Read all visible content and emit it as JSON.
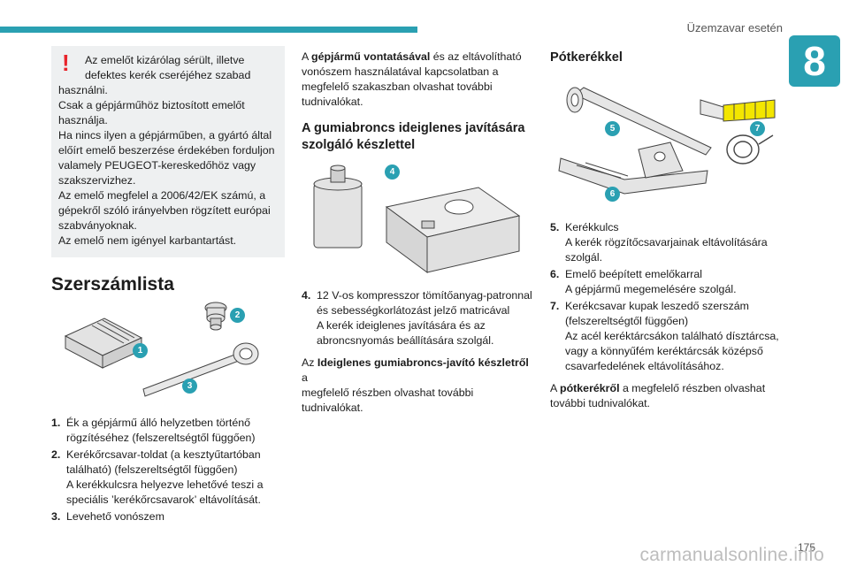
{
  "header": {
    "chapter_title": "Üzemzavar esetén",
    "chapter_number": "8"
  },
  "warning": {
    "icon": "exclamation-icon",
    "lines": [
      "Az emelőt kizárólag sérült, illetve",
      "defektes kerék cseréjéhez szabad",
      "használni.",
      "Csak a gépjárműhöz biztosított emelőt",
      "használja.",
      "Ha nincs ilyen a gépjárműben, a gyártó által",
      "előírt emelő beszerzése érdekében forduljon",
      "valamely PEUGEOT-kereskedőhöz vagy",
      "szakszervizhez.",
      "Az emelő megfelel a 2006/42/EK számú, a",
      "gépekről szóló irányelvben rögzített európai",
      "szabványoknak.",
      "Az emelő nem igényel karbantartást."
    ]
  },
  "toolkit": {
    "heading": "Szerszámlista",
    "badges": [
      "1",
      "2",
      "3"
    ],
    "items": [
      {
        "num": "1.",
        "lines": [
          "Ék a gépjármű álló helyzetben történő",
          "rögzítéséhez (felszereltségtől függően)"
        ]
      },
      {
        "num": "2.",
        "lines": [
          "Kerékőrcsavar-toldat (a kesztyűtartóban",
          "található) (felszereltségtől függően)",
          "A kerékkulcsra helyezve lehetővé teszi a",
          "speciális ’kerékőrcsavarok’ eltávolítását."
        ]
      },
      {
        "num": "3.",
        "lines": [
          "Levehető vonószem"
        ]
      }
    ]
  },
  "towing": {
    "pre": "A ",
    "bold": "gépjármű vontatásával",
    "post1": " és az eltávolítható",
    "line2": "vonószem használatával kapcsolatban a",
    "line3": "megfelelő szakaszban olvashat további",
    "line4": "tudnivalókat."
  },
  "repair_kit": {
    "heading_line1": "A gumiabroncs ideiglenes javítására",
    "heading_line2": "szolgáló készlettel",
    "badge": "4",
    "item": {
      "num": "4.",
      "lines": [
        "12 V-os kompresszor tömítőanyag-patronnal",
        "és sebességkorlátozást jelző matricával",
        "A kerék ideiglenes javítására és az",
        "abroncsnyomás beállítására szolgál."
      ]
    },
    "note_pre": "Az ",
    "note_bold": "Ideiglenes gumiabroncs-javító készletről",
    "note_post": " a",
    "note_line2": "megfelelő részben olvashat további tudnivalókat."
  },
  "spare": {
    "heading": "Pótkerékkel",
    "badges": [
      "5",
      "6",
      "7"
    ],
    "items": [
      {
        "num": "5.",
        "lines": [
          "Kerékkulcs",
          "A kerék rögzítőcsavarjainak eltávolítására",
          "szolgál."
        ]
      },
      {
        "num": "6.",
        "lines": [
          "Emelő beépített emelőkarral",
          "A gépjármű megemelésére szolgál."
        ]
      },
      {
        "num": "7.",
        "lines": [
          "Kerékcsavar kupak leszedő szerszám",
          "(felszereltségtől függően)",
          "Az acél keréktárcsákon található dísztárcsa,",
          "vagy a könnyűfém keréktárcsák középső",
          "csavarfedelének eltávolításához."
        ]
      }
    ],
    "note_pre": "A ",
    "note_bold": "pótkerékről",
    "note_post": " a megfelelő részben olvashat",
    "note_line2": "további tudnivalókat."
  },
  "footer": {
    "page_number": "175",
    "watermark": "carmanualsonline.info"
  },
  "colors": {
    "accent": "#2aa0b2",
    "warning": "#e8242b",
    "box_bg": "#eef0f1",
    "highlight": "#f3e600"
  }
}
